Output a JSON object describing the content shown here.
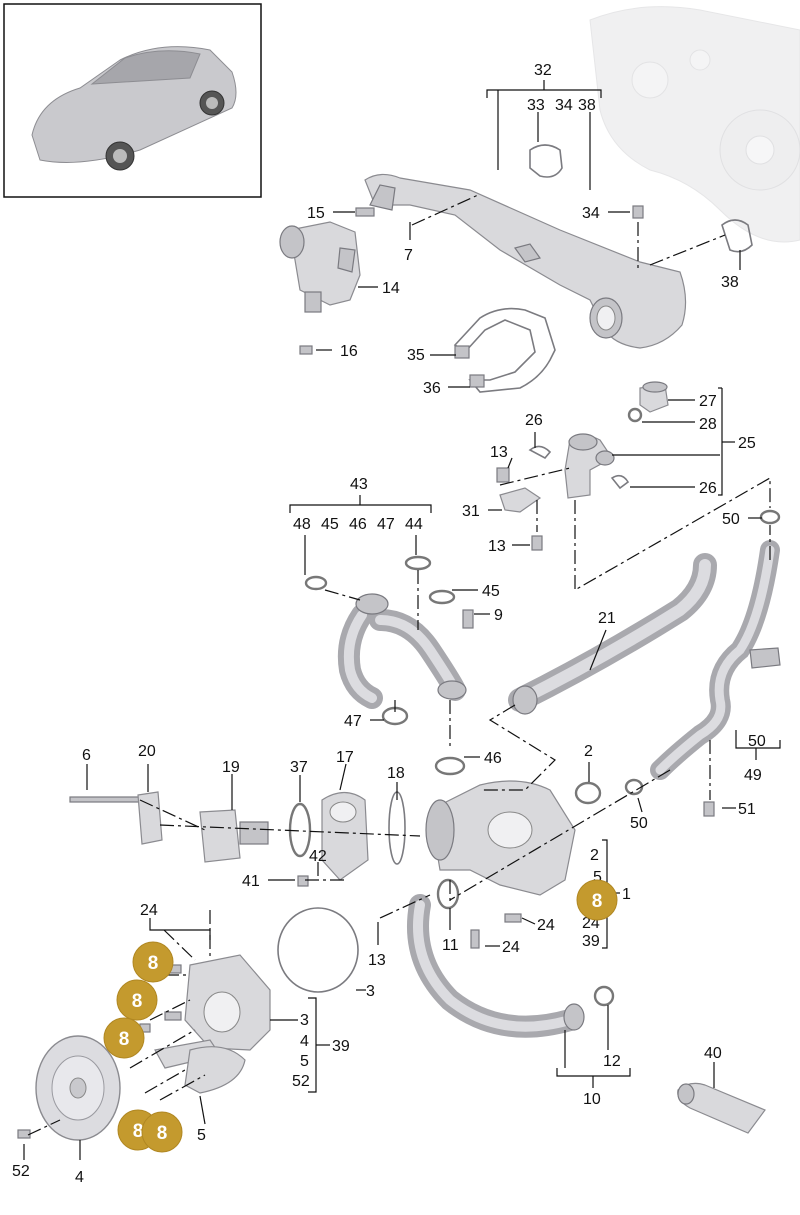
{
  "labels": {
    "l32": "32",
    "l33": "33",
    "l34": "34",
    "l38": "38",
    "l15": "15",
    "l7": "7",
    "l34b": "34",
    "l38b": "38",
    "l14": "14",
    "l16": "16",
    "l35": "35",
    "l36": "36",
    "l27": "27",
    "l28": "28",
    "l25": "25",
    "l26": "26",
    "l26b": "26",
    "l13": "13",
    "l31": "31",
    "l13b": "13",
    "l50": "50",
    "l43": "43",
    "l48": "48",
    "l45": "45",
    "l46": "46",
    "l47": "47",
    "l44": "44",
    "l45b": "45",
    "l9": "9",
    "l47b": "47",
    "l21": "21",
    "l46b": "46",
    "l50b": "50",
    "l49": "49",
    "l51": "51",
    "l50c": "50",
    "l6": "6",
    "l20": "20",
    "l19": "19",
    "l37": "37",
    "l17": "17",
    "l18": "18",
    "l42": "42",
    "l41": "41",
    "l2": "2",
    "l2b": "2",
    "l5": "5",
    "l1": "1",
    "l24": "24",
    "l24b": "24",
    "l24c": "24",
    "l39": "39",
    "l11": "11",
    "l13c": "13",
    "l24d": "24",
    "l3": "3",
    "l3b": "3",
    "l4": "4",
    "l5b": "5",
    "l52": "52",
    "l39b": "39",
    "l12": "12",
    "l10": "10",
    "l40": "40",
    "l5c": "5",
    "l52b": "52",
    "l4b": "4"
  },
  "badges": [
    "8",
    "8",
    "8",
    "8",
    "8",
    "8"
  ],
  "colors": {
    "badge": "#c49a2e",
    "line": "#111111",
    "part": "#d9d9dc"
  }
}
